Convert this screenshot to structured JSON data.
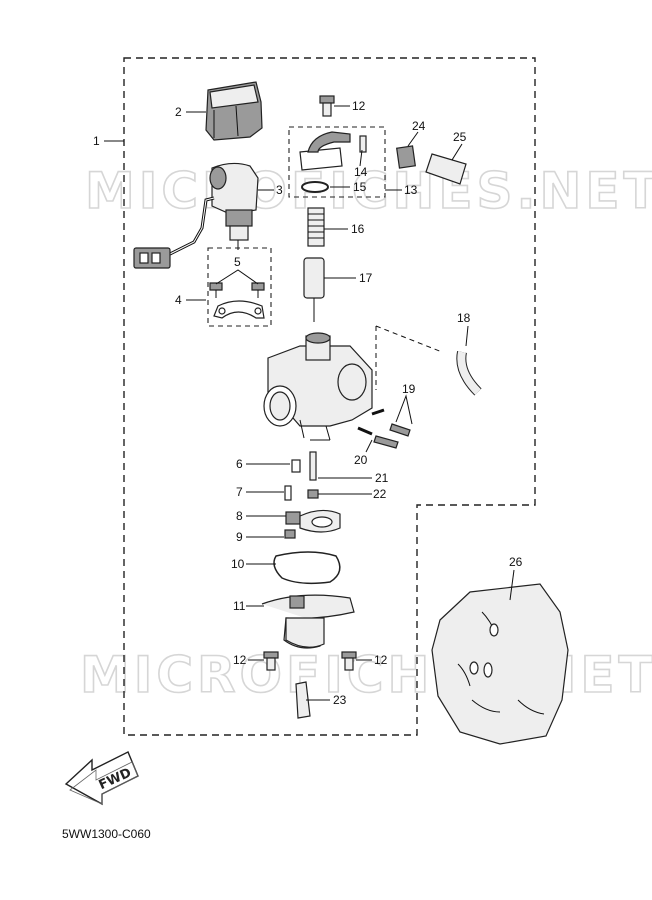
{
  "watermark": {
    "text_upper": "MICROFICHES.NET",
    "text_lower": "MICROFICHES.NET"
  },
  "callouts": {
    "c1": "1",
    "c2": "2",
    "c3": "3",
    "c4": "4",
    "c5": "5",
    "c6": "6",
    "c7": "7",
    "c8": "8",
    "c9": "9",
    "c10": "10",
    "c11": "11",
    "c12_top": "12",
    "c12_left": "12",
    "c12_right": "12",
    "c13": "13",
    "c14": "14",
    "c15": "15",
    "c16": "16",
    "c17": "17",
    "c18": "18",
    "c19": "19",
    "c20": "20",
    "c21": "21",
    "c22": "22",
    "c23": "23",
    "c24": "24",
    "c25": "25",
    "c26": "26"
  },
  "fwd_label": "FWD",
  "diagram_code": "5WW1300-C060"
}
